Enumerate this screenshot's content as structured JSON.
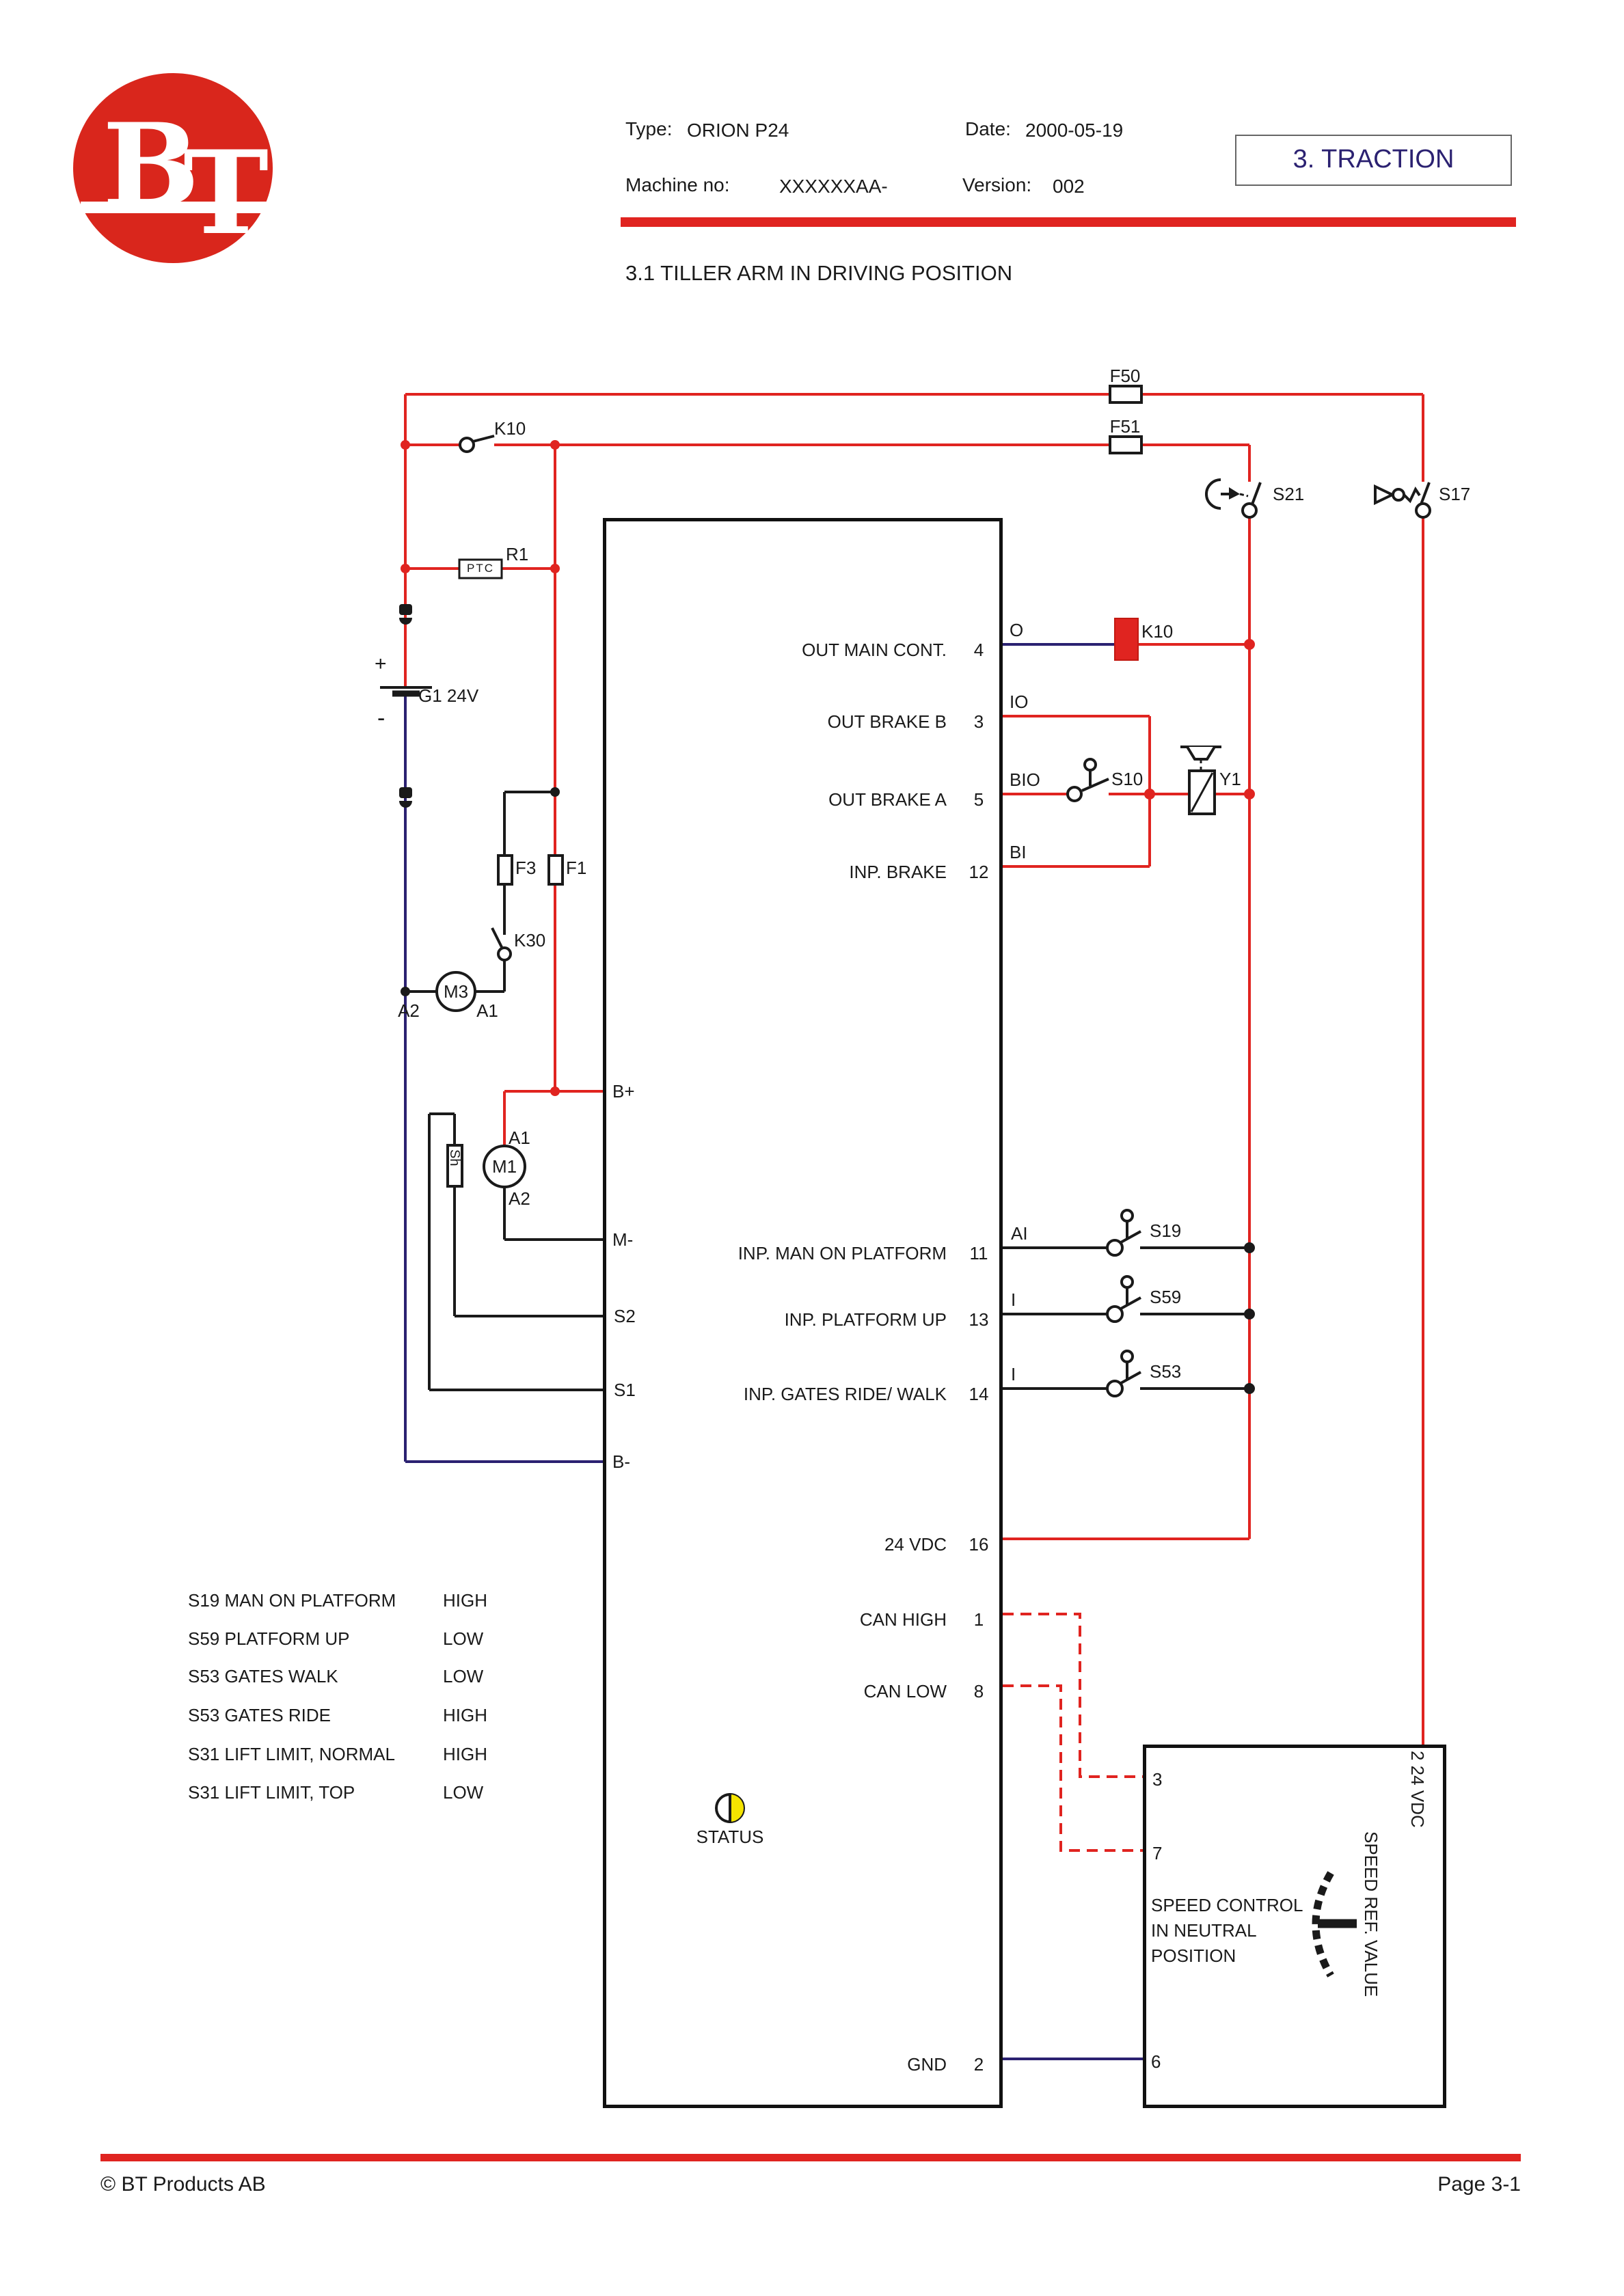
{
  "header": {
    "logo_b": "B",
    "logo_t": "T",
    "type_label": "Type:",
    "type_value": "ORION P24",
    "date_label": "Date:",
    "date_value": "2000-05-19",
    "machine_label": "Machine no:",
    "machine_value": "XXXXXXAA-",
    "version_label": "Version:",
    "version_value": "002",
    "section_title": "3. TRACTION",
    "page_title": "3.1 TILLER ARM IN DRIVING POSITION"
  },
  "colors": {
    "wire_red": "#e02420",
    "wire_blue": "#2b2171",
    "wire_black": "#1a1a1a",
    "brand_red": "#d9261c",
    "section_blue": "#2b2171",
    "status_yellow": "#f5e400"
  },
  "components": {
    "f50": "F50",
    "f51": "F51",
    "k10_switch": "K10",
    "r1": "R1",
    "ptc": "PTC",
    "battery_plus": "+",
    "battery_label": "G1 24V",
    "battery_minus": "-",
    "f3": "F3",
    "f1": "F1",
    "k30": "K30",
    "m3": "M3",
    "m3_a2": "A2",
    "m3_a1": "A1",
    "m1": "M1",
    "m1_a1": "A1",
    "m1_a2": "A2",
    "sh": "Sh",
    "k10_coil": "K10",
    "s10": "S10",
    "y1": "Y1",
    "s21": "S21",
    "s17": "S17",
    "s19": "S19",
    "s59": "S59",
    "s53": "S53",
    "status": "STATUS"
  },
  "controller": {
    "right_pins": [
      {
        "label": "OUT MAIN CONT.",
        "pin": "4",
        "port": "O"
      },
      {
        "label": "OUT BRAKE B",
        "pin": "3",
        "port": "IO"
      },
      {
        "label": "OUT BRAKE A",
        "pin": "5",
        "port": "BIO"
      },
      {
        "label": "INP. BRAKE",
        "pin": "12",
        "port": "BI"
      },
      {
        "label": "INP. MAN ON PLATFORM",
        "pin": "11",
        "port": "AI"
      },
      {
        "label": "INP. PLATFORM UP",
        "pin": "13",
        "port": "I"
      },
      {
        "label": "INP. GATES RIDE/ WALK",
        "pin": "14",
        "port": "I"
      },
      {
        "label": "24 VDC",
        "pin": "16",
        "port": ""
      },
      {
        "label": "CAN HIGH",
        "pin": "1",
        "port": ""
      },
      {
        "label": "CAN LOW",
        "pin": "8",
        "port": ""
      },
      {
        "label": "GND",
        "pin": "2",
        "port": ""
      }
    ],
    "left_pins": [
      "B+",
      "M-",
      "S2",
      "S1",
      "B-"
    ]
  },
  "speed_box": {
    "pin3": "3",
    "pin7": "7",
    "pin6": "6",
    "supply": "2 24 VDC",
    "ref": "SPEED REF. VALUE",
    "note": "SPEED CONTROL\nIN NEUTRAL\nPOSITION"
  },
  "legend": {
    "rows": [
      {
        "signal": "S19 MAN ON PLATFORM",
        "level": "HIGH"
      },
      {
        "signal": "S59 PLATFORM UP",
        "level": "LOW"
      },
      {
        "signal": "S53 GATES WALK",
        "level": "LOW"
      },
      {
        "signal": "S53 GATES RIDE",
        "level": "HIGH"
      },
      {
        "signal": "S31 LIFT LIMIT, NORMAL",
        "level": "HIGH"
      },
      {
        "signal": "S31 LIFT LIMIT, TOP",
        "level": "LOW"
      }
    ]
  },
  "footer": {
    "copyright": "© BT Products AB",
    "page": "Page 3-1"
  }
}
